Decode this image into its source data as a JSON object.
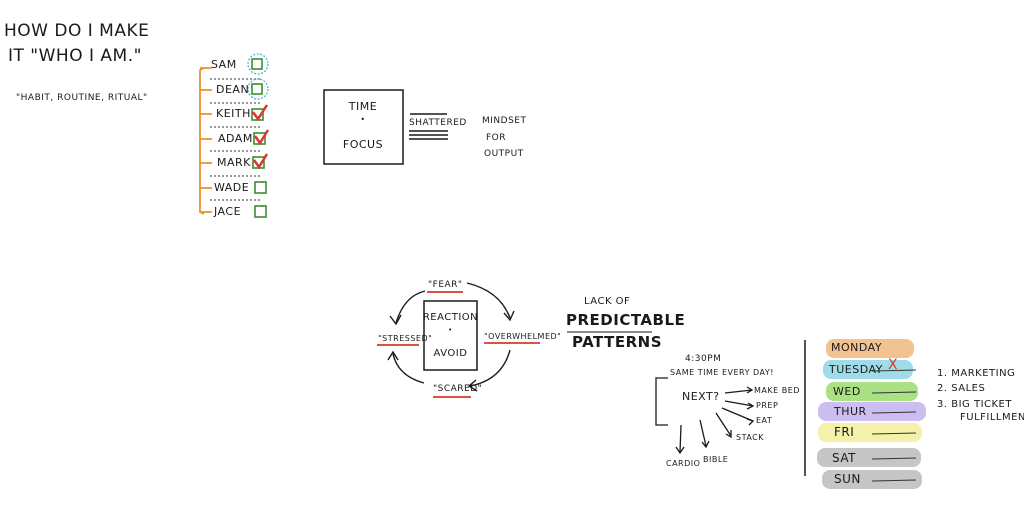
{
  "title": {
    "line1": "How Do I Make",
    "line2": "It \"Who I Am.\""
  },
  "subtitle": "\"Habit, Routine, Ritual\"",
  "names": [
    {
      "label": "Sam",
      "status": "unchecked-circled"
    },
    {
      "label": "Dean",
      "status": "unchecked-circled"
    },
    {
      "label": "Keith",
      "status": "checked"
    },
    {
      "label": "Adam",
      "status": "checked"
    },
    {
      "label": "Mark",
      "status": "checked"
    },
    {
      "label": "Wade",
      "status": "unchecked"
    },
    {
      "label": "Jace",
      "status": "unchecked"
    }
  ],
  "box1": {
    "line1": "Time",
    "dot": "•",
    "line2": "Focus"
  },
  "shattered": "Shattered",
  "mindset": {
    "line1": "Mindset",
    "line2": "For",
    "line3": "Output"
  },
  "cycle": {
    "center_line1": "Reaction",
    "center_dot": "•",
    "center_line2": "Avoid",
    "top": "\"Fear\"",
    "right": "\"Overwhelmed\"",
    "bottom": "\"Scared\"",
    "left": "\"Stressed\""
  },
  "lack": {
    "line1": "Lack of",
    "line2": "Predictable",
    "line3": "Patterns"
  },
  "routine": {
    "time": "4:30pm",
    "same_time": "Same time every day!",
    "next": "Next?",
    "items": [
      "Make Bed",
      "Prep",
      "Eat",
      "Stack"
    ],
    "bottom_items": [
      "Cardio",
      "Bible"
    ]
  },
  "days": [
    {
      "label": "Monday",
      "color": "#f0b97d",
      "mark": ""
    },
    {
      "label": "Tuesday",
      "color": "#8fd6e3",
      "mark": "X"
    },
    {
      "label": "Wed",
      "color": "#9bdc6f",
      "mark": ""
    },
    {
      "label": "Thur",
      "color": "#c4b3f0",
      "mark": ""
    },
    {
      "label": "Fri",
      "color": "#f3ee9c",
      "mark": ""
    },
    {
      "label": "Sat",
      "color": "#bcbcbc",
      "mark": ""
    },
    {
      "label": "Sun",
      "color": "#bcbcbc",
      "mark": ""
    }
  ],
  "priorities": [
    "1. Marketing",
    "2. Sales",
    "3. Big Ticket",
    "Fulfillment"
  ],
  "colors": {
    "ink": "#1a1a1a",
    "orange": "#e8932c",
    "red": "#d9382b",
    "green": "#3a8f2e",
    "cyan": "#4fb6d8"
  }
}
